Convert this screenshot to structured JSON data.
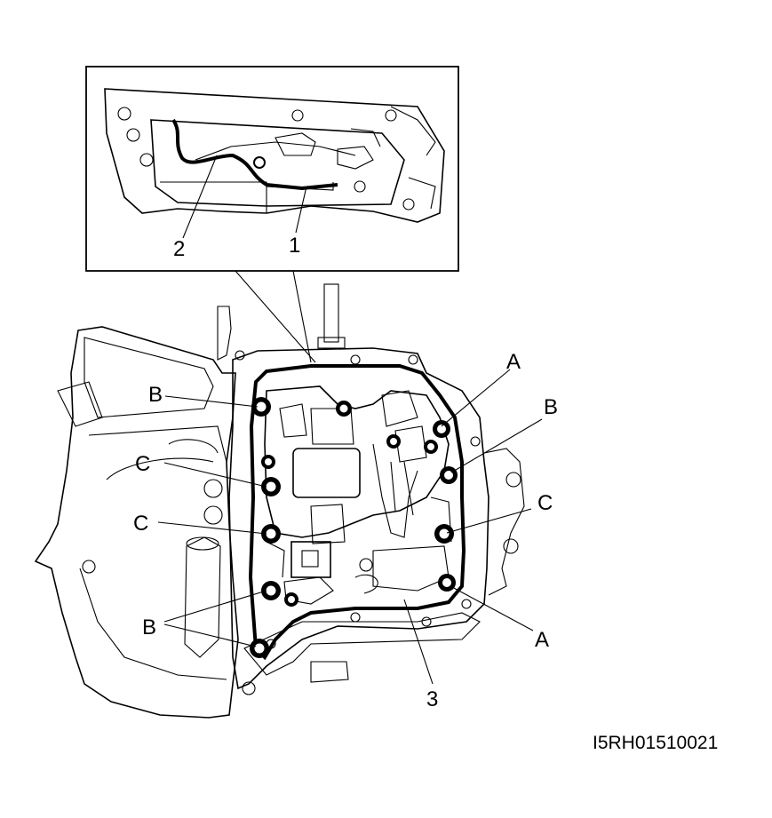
{
  "figure_id": "I5RH01510021",
  "callouts": {
    "n1": "1",
    "n2": "2",
    "n3": "3",
    "a_top": "A",
    "a_bottom": "A",
    "b_top_left": "B",
    "b_right": "B",
    "b_bottom_left": "B",
    "c_left_upper": "C",
    "c_left_lower": "C",
    "c_right": "C"
  }
}
